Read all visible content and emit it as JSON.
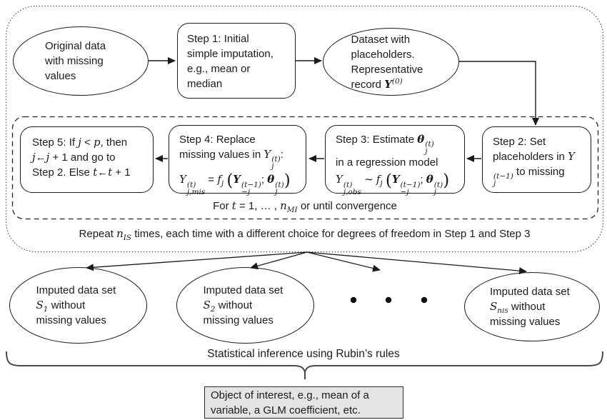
{
  "colors": {
    "line": "#1b1b1b",
    "brace": "#4a4a4a",
    "object_box_fill": "#e4e4e4"
  },
  "nodes": {
    "original": {
      "label": "Original data with missing values"
    },
    "step1": {
      "label": "Step 1: Initial simple imputation, e.g., mean or median"
    },
    "dataset": {
      "segs": [
        {
          "t": "Dataset with placeholders. Representative record "
        },
        {
          "t": "Y",
          "style": "mbi",
          "sup": "(0)"
        }
      ]
    },
    "step2": {
      "segs": [
        {
          "t": "Step 2: Set placeholders in "
        },
        {
          "t": "Y",
          "style": "mi",
          "sup": "(t−1)",
          "sub": "j"
        },
        {
          "t": " to missing"
        }
      ]
    },
    "step3": {
      "line1": [
        {
          "t": "Step 3: Estimate "
        },
        {
          "t": "θ",
          "style": "mbi",
          "sup": "(t)",
          "sub": "j"
        }
      ],
      "line2": [
        {
          "t": "in a regression model"
        }
      ],
      "formula": [
        {
          "t": "Y",
          "style": "mi",
          "sup": "(t)",
          "sub": "j,obs"
        },
        {
          "t": " ∼ "
        },
        {
          "t": "f",
          "style": "mi",
          "sub": "j"
        },
        {
          "t": " "
        },
        {
          "t": "(",
          "style": "bp"
        },
        {
          "t": "Y",
          "style": "mbi",
          "sup": "(t−1)",
          "sub": "−j"
        },
        {
          "t": "; "
        },
        {
          "t": "θ",
          "style": "mbi",
          "sup": "(t)",
          "sub": "j"
        },
        {
          "t": ")",
          "style": "bp"
        }
      ]
    },
    "step4": {
      "line1": [
        {
          "t": "Step 4: Replace"
        }
      ],
      "line2": [
        {
          "t": "missing values in "
        },
        {
          "t": "Y",
          "style": "mi",
          "sup": "(t)",
          "sub": "j"
        },
        {
          "t": ":"
        }
      ],
      "formula": [
        {
          "t": "Y",
          "style": "mi",
          "sup": "(t)",
          "sub": "j,mis"
        },
        {
          "t": " = "
        },
        {
          "t": "f",
          "style": "mi",
          "sub": "j"
        },
        {
          "t": " "
        },
        {
          "t": "(",
          "style": "bp"
        },
        {
          "t": "Y",
          "style": "mbi",
          "sup": "(t−1)",
          "sub": "−j"
        },
        {
          "t": "; "
        },
        {
          "t": "θ",
          "style": "mbi",
          "sup": "(t)",
          "sub": "j"
        },
        {
          "t": ")",
          "style": "bp"
        }
      ]
    },
    "step5": {
      "line1": [
        {
          "t": "Step 5: If "
        },
        {
          "t": "j",
          "style": "mi"
        },
        {
          "t": " < "
        },
        {
          "t": "p",
          "style": "mi"
        },
        {
          "t": ", then"
        }
      ],
      "line2": [
        {
          "t": "j",
          "style": "mi"
        },
        {
          "t": "←"
        },
        {
          "t": "j",
          "style": "mi"
        },
        {
          "t": " + 1 and go to"
        }
      ],
      "line3": [
        {
          "t": "Step 2. Else "
        },
        {
          "t": "t",
          "style": "mi"
        },
        {
          "t": "←"
        },
        {
          "t": "t",
          "style": "mi"
        },
        {
          "t": " + 1"
        }
      ]
    },
    "imputed1": {
      "segs": [
        {
          "t": "Imputed data set "
        },
        {
          "t": "S",
          "style": "msc",
          "sub": "1"
        },
        {
          "t": " without missing values"
        }
      ]
    },
    "imputed2": {
      "segs": [
        {
          "t": "Imputed data set "
        },
        {
          "t": "S",
          "style": "msc",
          "sub": "2"
        },
        {
          "t": " without missing values"
        }
      ]
    },
    "imputedN": {
      "segs": [
        {
          "t": "Imputed data set "
        },
        {
          "t": "S",
          "style": "msc",
          "sub": "n",
          "sub2": "IS"
        },
        {
          "t": " without missing values"
        }
      ]
    }
  },
  "captions": {
    "inner_loop": [
      {
        "t": "For "
      },
      {
        "t": "t",
        "style": "mi"
      },
      {
        "t": " = 1, … , "
      },
      {
        "t": "n",
        "style": "mi",
        "sub": "MI"
      },
      {
        "t": " or until convergence"
      }
    ],
    "outer_loop": [
      {
        "t": "Repeat "
      },
      {
        "t": "n",
        "style": "mi",
        "sub": "IS"
      },
      {
        "t": " times, each time with a different choice for degrees of freedom in Step 1 and Step 3"
      }
    ],
    "rubin": "Statistical inference using Rubin’s rules",
    "object": "Object of interest, e.g., mean of a variable, a GLM coefficient, etc."
  }
}
